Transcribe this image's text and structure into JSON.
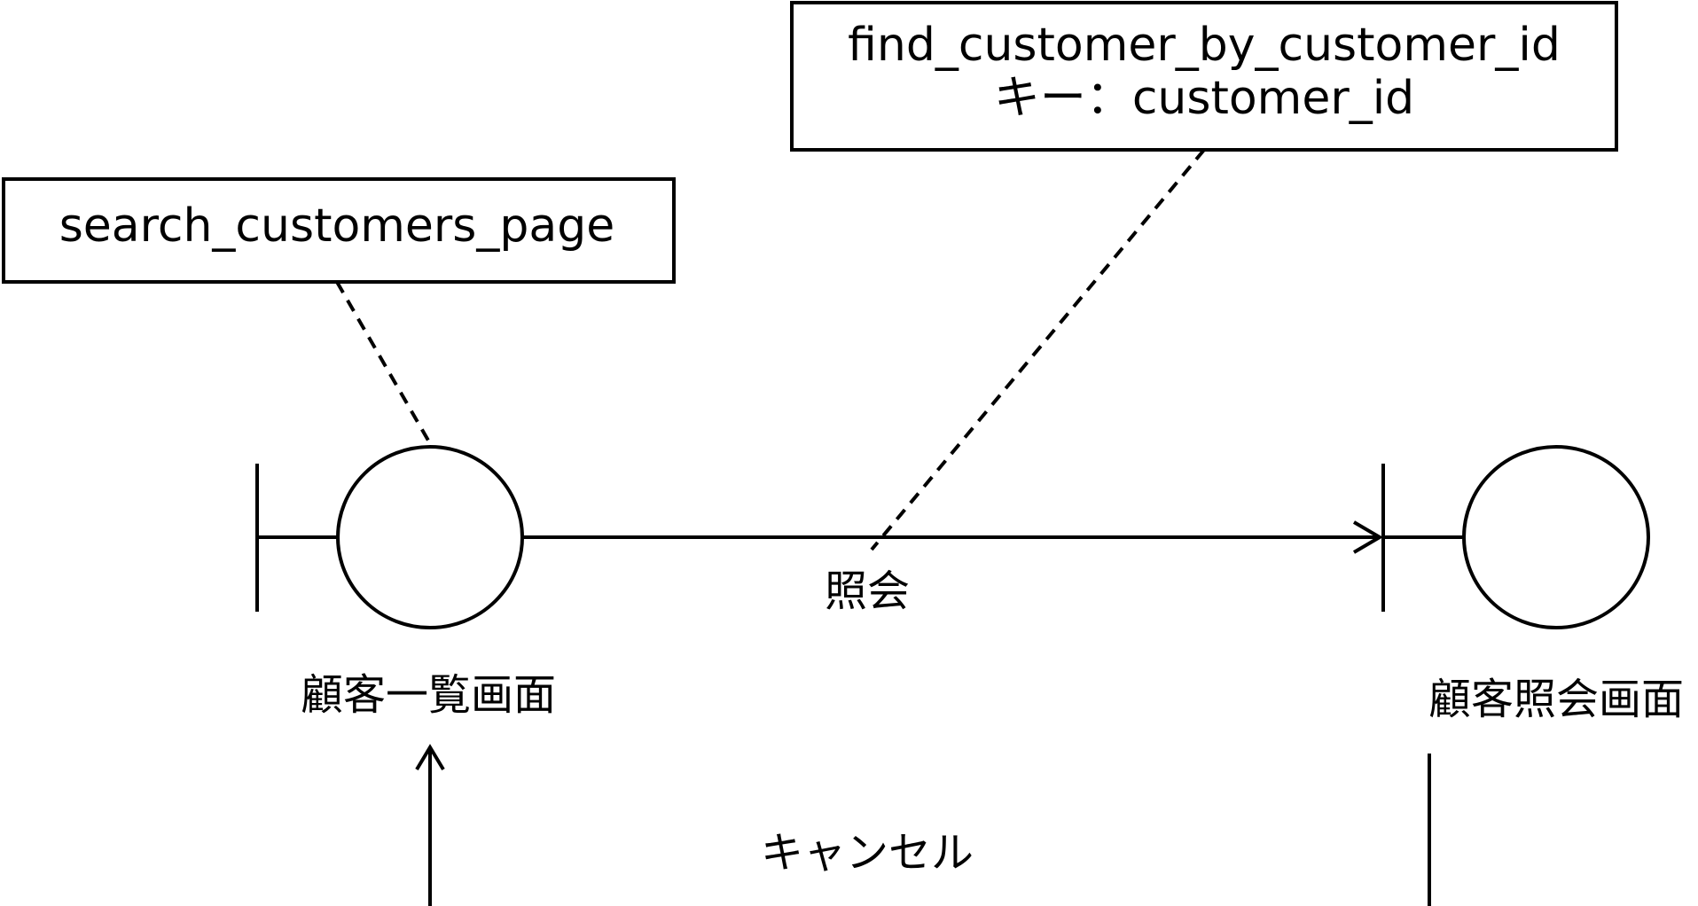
{
  "notes": {
    "search_page": "search_customers_page",
    "find_customer_line1": "find_customer_by_customer_id",
    "find_customer_line2": "キー：customer_id"
  },
  "boundaries": {
    "customer_list": "顧客一覧画面",
    "customer_view": "顧客照会画面"
  },
  "transitions": {
    "inquiry": "照会",
    "cancel": "キャンセル"
  },
  "colors": {
    "stroke": "#000000",
    "background": "#ffffff"
  }
}
